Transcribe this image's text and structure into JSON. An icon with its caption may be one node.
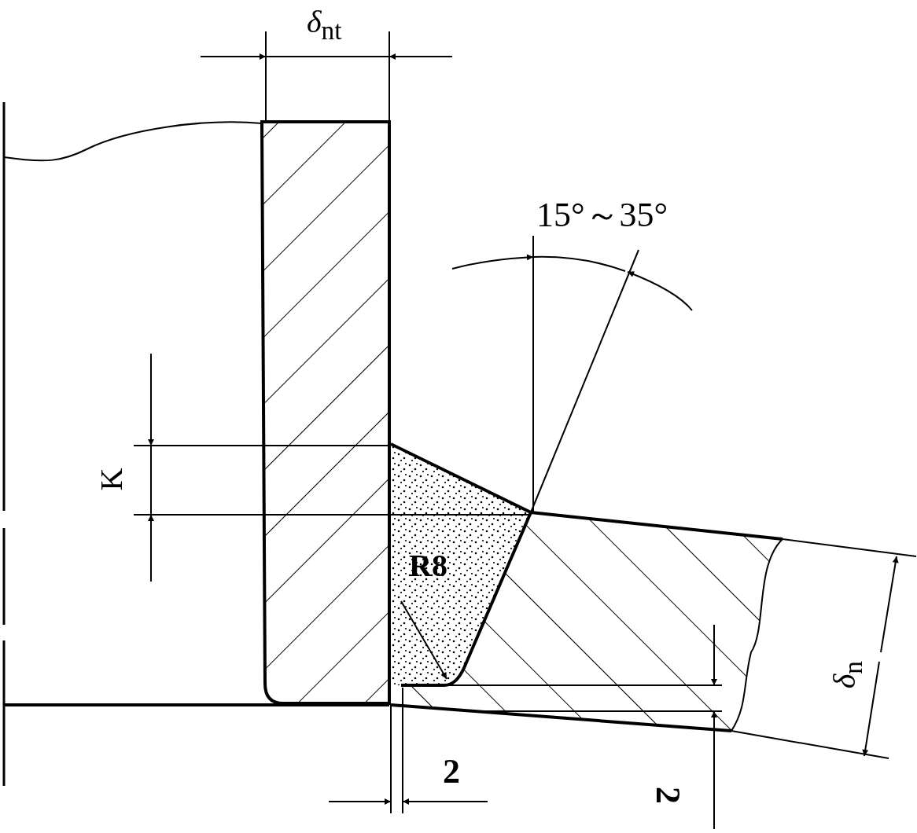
{
  "diagram": {
    "labels": [
      "*δ*$_{nt}$",
      "15°～35°",
      "K",
      "R8",
      "*δ*$_{n}$",
      "2",
      "2"
    ]
  }
}
